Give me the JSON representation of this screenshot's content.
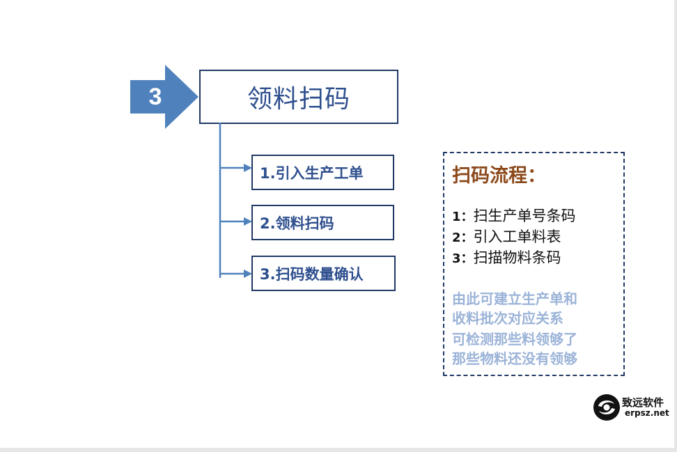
{
  "step": {
    "number": "3",
    "title": "领料扫码"
  },
  "substeps": [
    {
      "label": "1.引入生产工单"
    },
    {
      "label": "2.领料扫码"
    },
    {
      "label": "3.扫码数量确认"
    }
  ],
  "flow": {
    "heading": "扫码流程：",
    "steps": [
      {
        "num": "1：",
        "text": "扫生产单号条码"
      },
      {
        "num": "2：",
        "text": "引入工单料表"
      },
      {
        "num": "3：",
        "text": "扫描物料条码"
      }
    ],
    "notes": [
      {
        "line1": "由此可建立生产单和",
        "line2": "收料批次对应关系"
      },
      {
        "line1": "可检测那些料领够了",
        "line2": "那些物料还没有领够"
      }
    ]
  },
  "logo": {
    "name": "致远软件",
    "url": "erpsz.net"
  },
  "colors": {
    "arrow_fill": "#4f81bd",
    "box_border": "#1f3864",
    "title_text": "#2e4f8e",
    "heading_text": "#8c4a1c",
    "note_text": "#9bb3d8",
    "connector": "#4f81bd"
  }
}
